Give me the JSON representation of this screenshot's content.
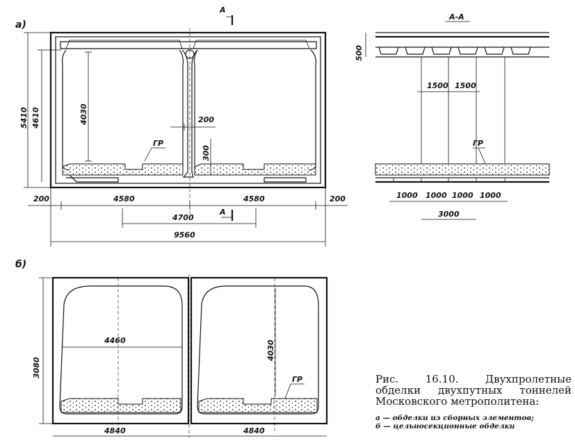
{
  "labels": {
    "part_a": "а)",
    "part_b": "б)",
    "section_mark": "А",
    "section_title": "А-А",
    "gr": "ГР"
  },
  "dims_a": {
    "total_height": "5410",
    "inner_height": "4610",
    "clear_height": "4030",
    "pillar_width": "200",
    "pillar_height": "300",
    "wall_left": "200",
    "span_left": "4580",
    "span_right": "4580",
    "wall_right": "200",
    "pillar_spacing": "4700",
    "total_width": "9560"
  },
  "dims_section": {
    "slab": "500",
    "step1": "1500",
    "step2": "1500",
    "b1": "1000",
    "b2": "1000",
    "b3": "1000",
    "b4": "1000",
    "total": "3000"
  },
  "dims_b": {
    "height": "3080",
    "inner_width": "4460",
    "clear_height": "4030",
    "span_left": "4840",
    "span_right": "4840"
  },
  "caption": {
    "title": "Рис. 16.10. Двухпролетные обделки двухпутных тоннелей Московского метрополитена:",
    "line_a": "а — обделки из сборных элементов;",
    "line_b": "б — цельносекционные обделки"
  }
}
